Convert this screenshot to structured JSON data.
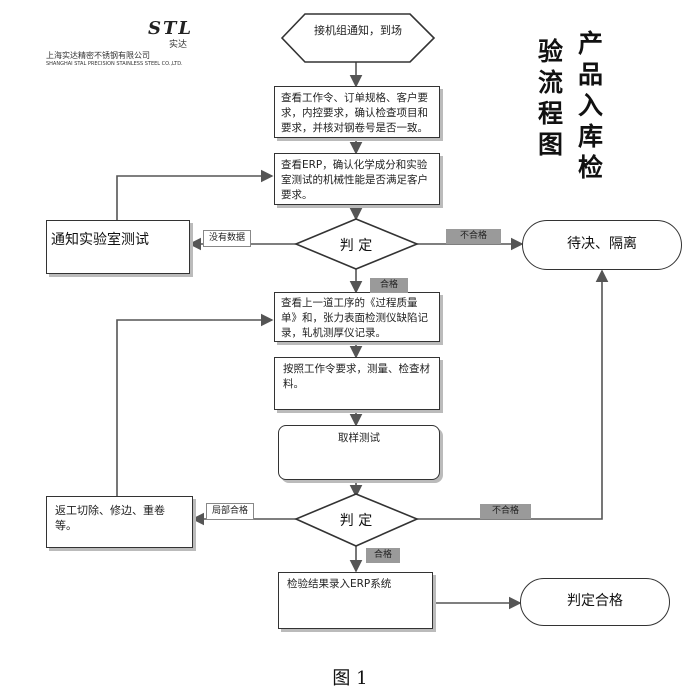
{
  "logo": {
    "mark": "STL",
    "brand": "实达",
    "company_cn": "上海实达精密不锈钢有限公司",
    "company_en": "SHANGHAI STAL PRECISION STAINLESS STEEL CO.,LTD."
  },
  "title": {
    "col1": "验流程图",
    "col2": "产品入库检"
  },
  "nodes": {
    "start": "接机组通知，到场",
    "step1": "查看工作令、订单规格、客户要求，内控要求，确认检查项目和要求，并核对钢卷号是否一致。",
    "step2": "查看ERP，确认化学成分和实验室测试的机械性能是否满足客户要求。",
    "lab": "通知实验室测试",
    "decision1": "判  定",
    "hold": "待决、隔离",
    "step3": "查看上一道工序的《过程质量单》和，张力表面检测仪缺陷记录，轧机测厚仪记录。",
    "step4": "按照工作令要求，测量、检查材料。",
    "sample": "取样测试",
    "decision2": "判  定",
    "rework": "返工切除、修边、重卷等。",
    "erp": "检验结果录入ERP系统",
    "pass": "判定合格"
  },
  "labels": {
    "no_data": "没有数据",
    "fail1": "不合格",
    "ok1": "合格",
    "partial": "局部合格",
    "fail2": "不合格",
    "ok2": "合格"
  },
  "caption": "图 1"
}
